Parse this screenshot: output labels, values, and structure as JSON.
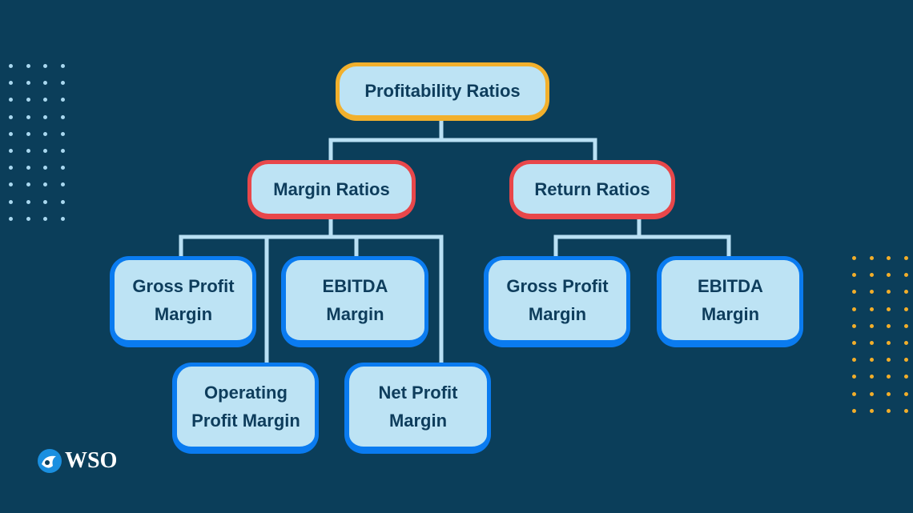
{
  "diagram": {
    "root": {
      "label": "Profitability Ratios"
    },
    "branches": [
      {
        "label": "Margin Ratios",
        "children": [
          "Gross Profit\nMargin",
          "EBITDA\nMargin",
          "Operating\nProfit Margin",
          "Net Profit\nMargin"
        ]
      },
      {
        "label": "Return Ratios",
        "children": [
          "Gross Profit\nMargin",
          "EBITDA\nMargin"
        ]
      }
    ]
  },
  "logo": {
    "text": "WSO"
  },
  "colors": {
    "background": "#0b3e5a",
    "root_border": "#f2b02c",
    "branch_border": "#e8474a",
    "leaf_border": "#0a7bf0",
    "node_fill": "#bde3f4",
    "connector": "#b9e0f4"
  }
}
